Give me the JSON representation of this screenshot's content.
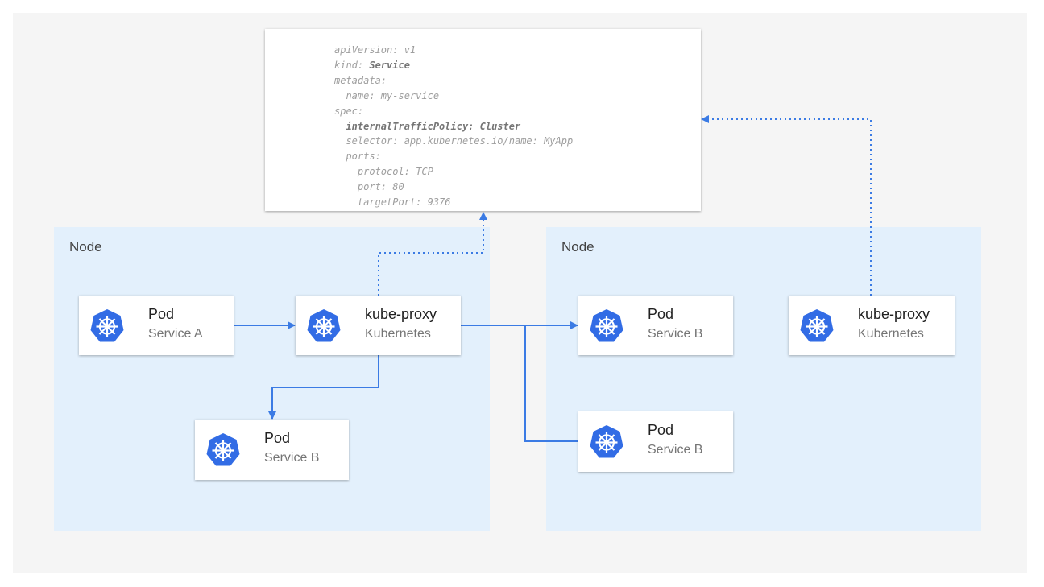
{
  "colors": {
    "accent": "#3b7be4",
    "node_bg": "#e3f0fc",
    "icon": "#326ce5"
  },
  "yaml": {
    "l1": "apiVersion: v1",
    "l2k": "kind: ",
    "l2v": "Service",
    "l3": "metadata:",
    "l4": "  name: my-service",
    "l5": "spec:",
    "l6": "  internalTrafficPolicy: Cluster",
    "l7": "  selector: app.kubernetes.io/name: MyApp",
    "l8": "  ports:",
    "l9": "  - protocol: TCP",
    "l10": "    port: 80",
    "l11": "    targetPort: 9376"
  },
  "nodes": [
    {
      "label": "Node"
    },
    {
      "label": "Node"
    }
  ],
  "cards": [
    {
      "title": "Pod",
      "subtitle": "Service A",
      "icon": "kubernetes-icon"
    },
    {
      "title": "kube-proxy",
      "subtitle": "Kubernetes",
      "icon": "kubernetes-icon"
    },
    {
      "title": "Pod",
      "subtitle": "Service B",
      "icon": "kubernetes-icon"
    },
    {
      "title": "Pod",
      "subtitle": "Service B",
      "icon": "kubernetes-icon"
    },
    {
      "title": "kube-proxy",
      "subtitle": "Kubernetes",
      "icon": "kubernetes-icon"
    },
    {
      "title": "Pod",
      "subtitle": "Service B",
      "icon": "kubernetes-icon"
    }
  ]
}
